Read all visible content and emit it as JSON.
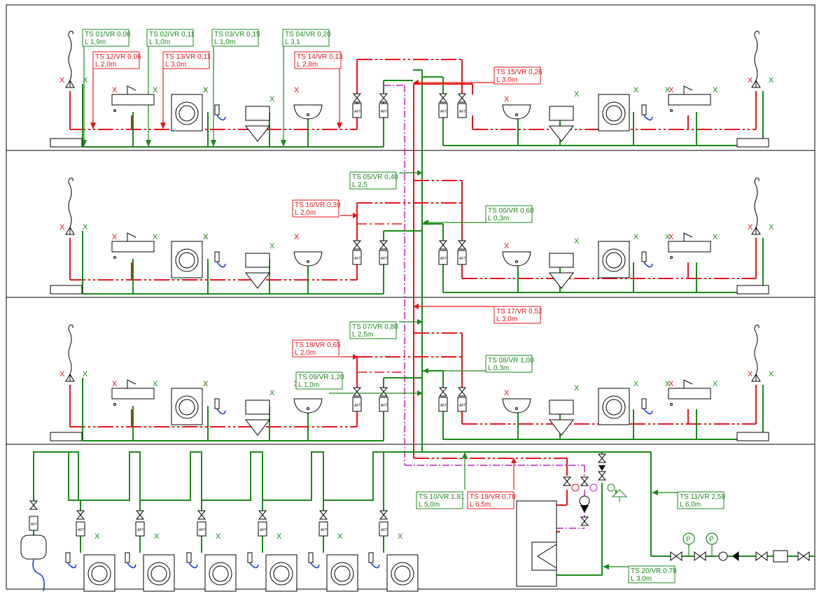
{
  "colors": {
    "cold": "#1a8a1a",
    "hot": "#e8141a",
    "circ": "#c020c0",
    "drain": "#1030e0",
    "line": "#000000"
  },
  "x_mark": "X",
  "valve_text": "AFT",
  "pump_p": "P",
  "labels": {
    "ts01": {
      "l1": "TS 01/VR 0,06",
      "l2": "L 1,9m"
    },
    "ts02": {
      "l1": "TS 02/VR 0,11",
      "l2": "L 1,0m"
    },
    "ts03": {
      "l1": "TS 03/VR 0,15",
      "l2": "L 1,0m"
    },
    "ts04": {
      "l1": "TS 04/VR 0,20",
      "l2": "L 3,1"
    },
    "ts12": {
      "l1": "TS 12/VR 0,06",
      "l2": "L 2,0m"
    },
    "ts13": {
      "l1": "TS 13/VR 0,11",
      "l2": "L 3,0m"
    },
    "ts14": {
      "l1": "TS 14/VR 0,13",
      "l2": "L 2,8m"
    },
    "ts15": {
      "l1": "TS 15/VR 0,26",
      "l2": "L 3,0m"
    },
    "ts05": {
      "l1": "TS 05/VR 0,40",
      "l2": "L 2,5"
    },
    "ts16": {
      "l1": "TS 16/VR 0,39",
      "l2": "L 2,0m"
    },
    "ts06": {
      "l1": "TS 06/VR 0,60",
      "l2": "L 0,3m"
    },
    "ts17": {
      "l1": "TS 17/VR 0,52",
      "l2": "L 3,0m"
    },
    "ts07": {
      "l1": "TS 07/VR 0,80",
      "l2": "L 2,5m"
    },
    "ts18": {
      "l1": "TS 18/VR 0,65",
      "l2": "L 2,0m"
    },
    "ts08": {
      "l1": "TS 08/VR 1,00",
      "l2": "L 0,3m"
    },
    "ts09": {
      "l1": "TS 09/VR 1,20",
      "l2": "L 1,0m"
    },
    "ts10": {
      "l1": "TS 10/VR 1,81",
      "l2": "L 5,0m"
    },
    "ts19": {
      "l1": "TS 19/VR 0,78",
      "l2": "L 6,5m"
    },
    "ts11": {
      "l1": "TS 11/VR 2,59",
      "l2": "L 6,0m"
    },
    "ts20": {
      "l1": "TS 20/VR 0,78",
      "l2": "L 3,0m"
    }
  }
}
